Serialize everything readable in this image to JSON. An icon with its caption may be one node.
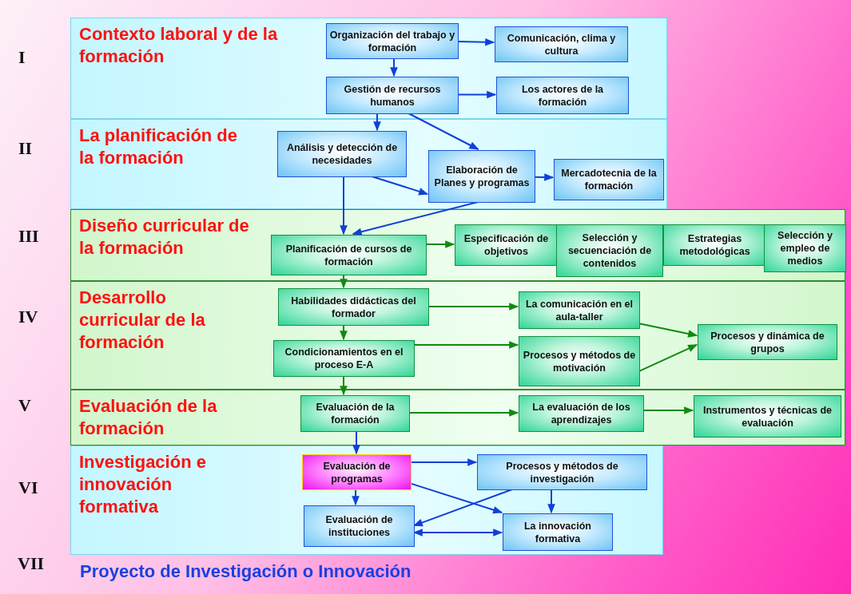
{
  "diagram": {
    "nodes": [
      {
        "text": [
          "Contexto laboral y de la formación"
        ],
        "beside": [
          "I"
        ]
      },
      {
        "text": [
          "Organización del trabajo y formación"
        ],
        "in": 0
      },
      {
        "text": [
          "Comunicación, clima y cultura"
        ],
        "in": 0
      },
      {
        "text": [
          "Gestión de recursos humanos"
        ],
        "in": 0
      },
      {
        "text": [
          "Los actores de la formación"
        ],
        "in": 0
      },
      {
        "text": [
          "La planificación de la formación"
        ],
        "beside": [
          "II"
        ]
      },
      {
        "text": [
          "Análisis y detección de necesidades"
        ],
        "in": 5
      },
      {
        "text": [
          "Elaboración de Planes y programas"
        ],
        "in": 5
      },
      {
        "text": [
          "Mercadotecnia de la formación"
        ],
        "in": 5
      },
      {
        "text": [
          "Diseño curricular de la formación"
        ],
        "beside": [
          "III"
        ]
      },
      {
        "text": [
          "Planificación de cursos de formación"
        ],
        "in": 9
      },
      {
        "text": [
          "Especificación de objetivos"
        ],
        "in": 9
      },
      {
        "text": [
          "Selección y secuenciación de contenidos"
        ],
        "in": 9
      },
      {
        "text": [
          "Estrategias metodológicas"
        ],
        "in": 9
      },
      {
        "text": [
          "Selección y empleo de medios"
        ],
        "in": 9
      },
      {
        "text": [
          "Desarrollo curricular de la formación"
        ],
        "beside": [
          "IV"
        ]
      },
      {
        "text": [
          "Habilidades didácticas del formador"
        ],
        "in": 15
      },
      {
        "text": [
          "Condicionamientos en el proceso E-A"
        ],
        "in": 15
      },
      {
        "text": [
          "La comunicación en el aula-taller"
        ],
        "in": 15
      },
      {
        "text": [
          "Procesos y métodos de motivación"
        ],
        "in": 15
      },
      {
        "text": [
          "Procesos y dinámica de grupos"
        ],
        "in": 15
      },
      {
        "text": [
          "Evaluación de la formación"
        ],
        "beside": [
          "V"
        ]
      },
      {
        "text": [
          "Evaluación de la formación"
        ],
        "in": 21
      },
      {
        "text": [
          "La evaluación de los aprendizajes"
        ],
        "in": 21
      },
      {
        "text": [
          "Instrumentos y técnicas de evaluación"
        ],
        "in": 21
      },
      {
        "text": [
          "Investigación e innovación formativa"
        ],
        "beside": [
          "VI"
        ]
      },
      {
        "text": [
          "Evaluación de programas"
        ],
        "in": 25
      },
      {
        "text": [
          "Procesos y métodos de investigación"
        ],
        "in": 25
      },
      {
        "text": [
          "Evaluación de instituciones"
        ],
        "in": 25
      },
      {
        "text": [
          "La innovación formativa"
        ],
        "in": 25
      }
    ],
    "edges": [
      {
        "from": 1,
        "to": 2,
        "arrow": "to"
      },
      {
        "from": 1,
        "to": 3,
        "arrow": "to"
      },
      {
        "from": 3,
        "to": 4,
        "arrow": "to"
      },
      {
        "from": 3,
        "to": 6,
        "arrow": "to"
      },
      {
        "from": 3,
        "to": 7,
        "arrow": "to"
      },
      {
        "from": 6,
        "to": 7,
        "arrow": "to"
      },
      {
        "from": 7,
        "to": 8,
        "arrow": "to"
      },
      {
        "from": 6,
        "to": 10,
        "arrow": "to"
      },
      {
        "from": 7,
        "to": 10,
        "arrow": "to"
      },
      {
        "from": 10,
        "to": 11,
        "arrow": "to",
        "color": "#108a10"
      },
      {
        "from": 10,
        "to": 16,
        "arrow": "to",
        "color": "#108a10"
      },
      {
        "from": 16,
        "to": 18,
        "arrow": "to",
        "color": "#108a10"
      },
      {
        "from": 16,
        "to": 17,
        "arrow": "to",
        "color": "#108a10"
      },
      {
        "from": 17,
        "to": 19,
        "arrow": "to",
        "color": "#108a10"
      },
      {
        "from": 18,
        "to": 20,
        "arrow": "to",
        "color": "#108a10"
      },
      {
        "from": 19,
        "to": 20,
        "arrow": "to",
        "color": "#108a10"
      },
      {
        "from": 17,
        "to": 22,
        "arrow": "to",
        "color": "#108a10"
      },
      {
        "from": 22,
        "to": 23,
        "arrow": "to",
        "color": "#108a10"
      },
      {
        "from": 23,
        "to": 24,
        "arrow": "to",
        "color": "#108a10"
      },
      {
        "from": 22,
        "to": 26,
        "arrow": "to"
      },
      {
        "from": 26,
        "to": 27,
        "arrow": "to"
      },
      {
        "from": 26,
        "to": 28,
        "arrow": "to"
      },
      {
        "from": 26,
        "to": 29,
        "arrow": "to"
      },
      {
        "from": 27,
        "to": 28,
        "arrow": "to"
      },
      {
        "from": 27,
        "to": 29,
        "arrow": "to"
      },
      {
        "from": 28,
        "to": 29,
        "arrow": "both"
      }
    ],
    "labels": [
      "VII",
      "Proyecto de Investigación o Innovación"
    ]
  }
}
